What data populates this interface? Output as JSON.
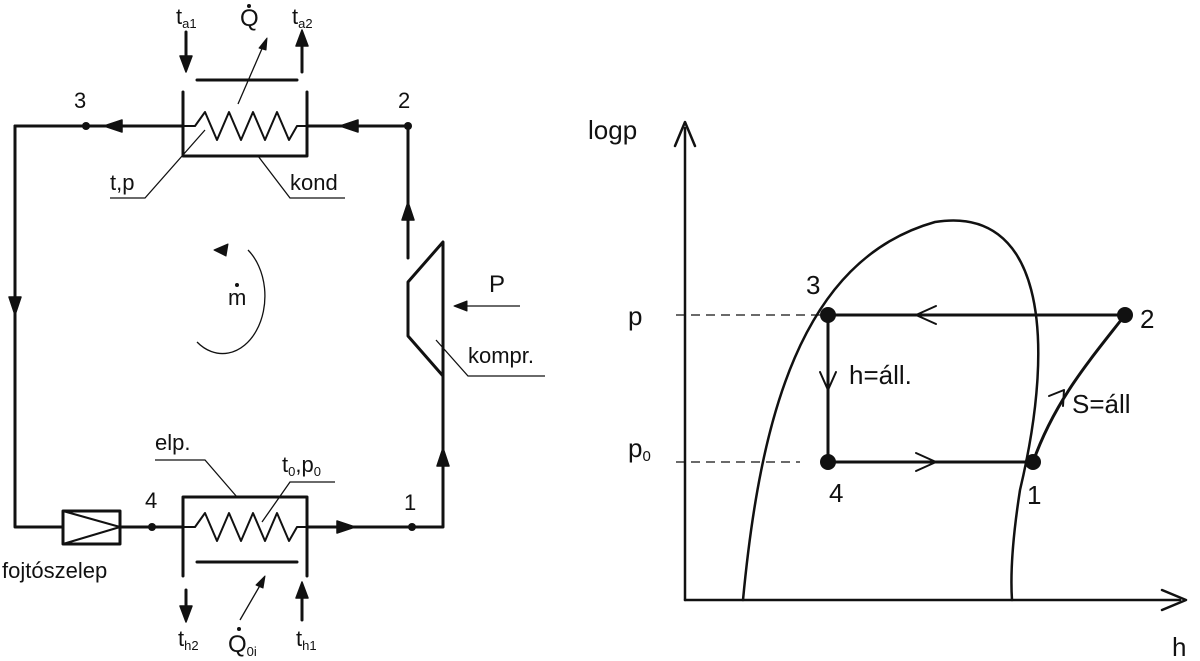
{
  "cycle_diagram": {
    "points": {
      "p1": "1",
      "p2": "2",
      "p3": "3",
      "p4": "4"
    },
    "condenser": {
      "inlet_temp": {
        "base": "t",
        "sub": "a1"
      },
      "outlet_temp": {
        "base": "t",
        "sub": "a2"
      },
      "heat": "Q",
      "tp_label": "t,p",
      "name": "kond"
    },
    "evaporator": {
      "name": "elp.",
      "tp_label": {
        "t": "t",
        "t_sub": "0",
        "sep": ",p",
        "p_sub": "0"
      },
      "inlet_temp": {
        "base": "t",
        "sub": "h1"
      },
      "outlet_temp": {
        "base": "t",
        "sub": "h2"
      },
      "heat": {
        "base": "Q",
        "sub": "0i"
      }
    },
    "flow": "m",
    "compressor": {
      "power": "P",
      "name": "kompr."
    },
    "valve": "fojtószelep"
  },
  "logph_diagram": {
    "y_axis": "logp",
    "x_axis": "h",
    "p_high": "p",
    "p_low": {
      "base": "p",
      "sub": "0"
    },
    "points": {
      "p1": "1",
      "p2": "2",
      "p3": "3",
      "p4": "4"
    },
    "isenthalp": "h=áll.",
    "isentrope": "S=áll"
  }
}
